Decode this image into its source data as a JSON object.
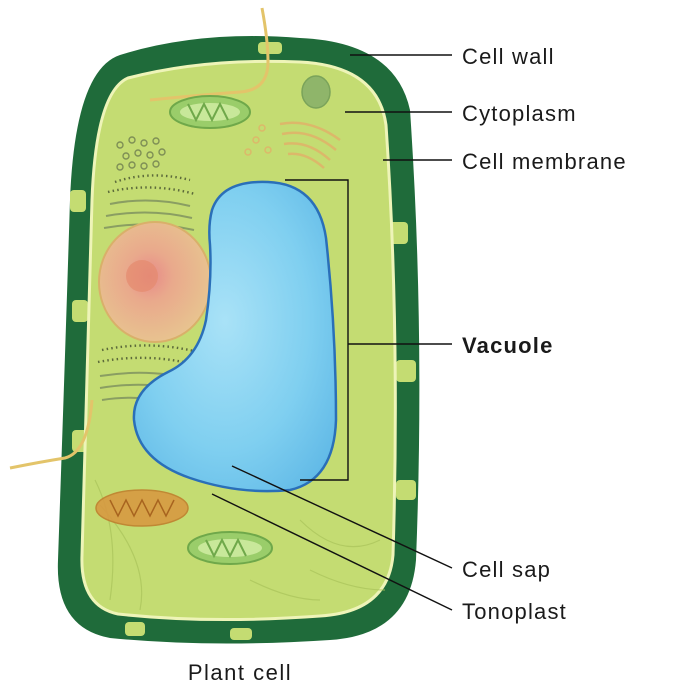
{
  "diagram": {
    "labels": {
      "cell_wall": "Cell wall",
      "cytoplasm": "Cytoplasm",
      "cell_membrane": "Cell membrane",
      "vacuole": "Vacuole",
      "cell_sap": "Cell sap",
      "tonoplast": "Tonoplast"
    },
    "caption": "Plant cell",
    "colors": {
      "cell_wall": "#1f6b3a",
      "cytoplasm": "#c4dc72",
      "membrane": "#e6f0a8",
      "vacuole": "#7fcff0",
      "vacuole_outline": "#2a6fb8",
      "nucleus": "#e7b98a",
      "mitochondrion": "#9acd6a",
      "organelle_orange": "#d9963f"
    }
  }
}
